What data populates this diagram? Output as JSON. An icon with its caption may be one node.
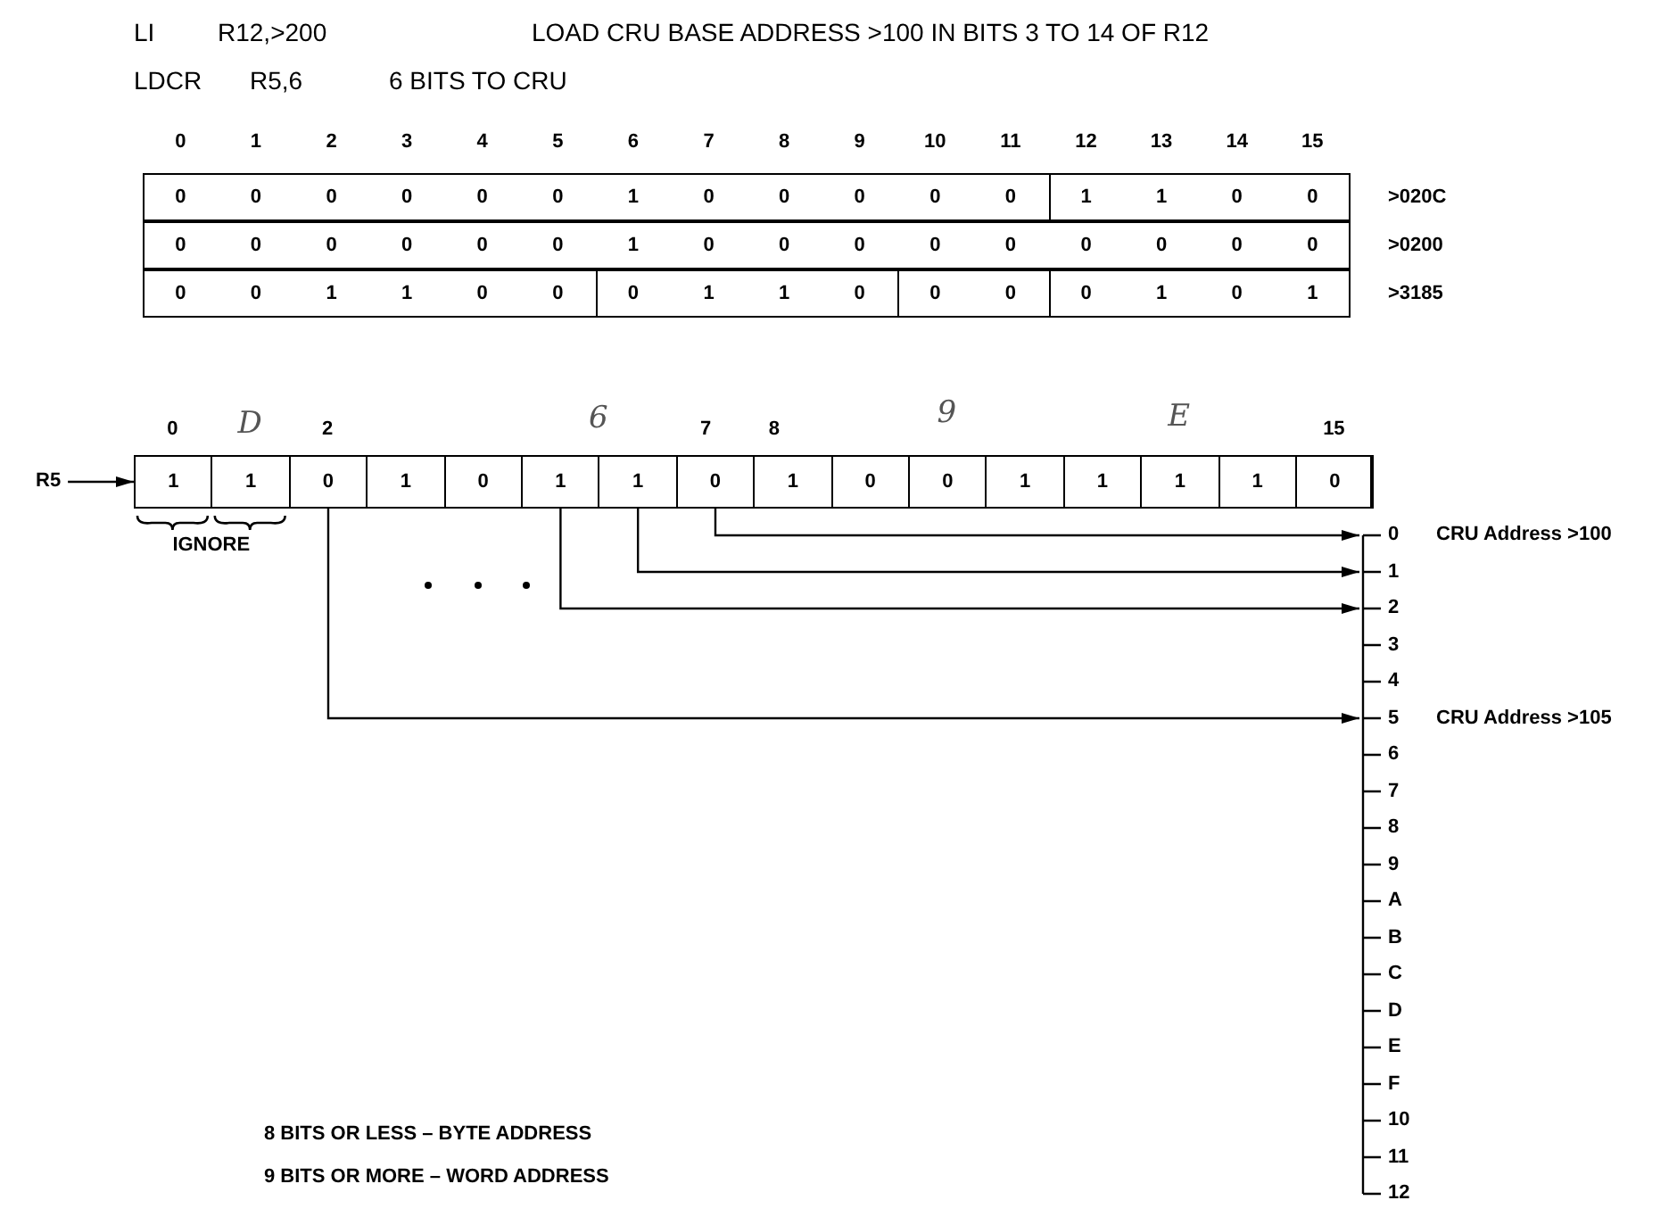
{
  "diagram": {
    "nodes": [
      {
        "text": [
          "R5"
        ]
      },
      {
        "text": [],
        "shape": "box"
      },
      {
        "text": [
          "1"
        ],
        "in": 1
      },
      {
        "text": [
          "1"
        ],
        "in": 1
      },
      {
        "text": [
          "0"
        ],
        "in": 1
      },
      {
        "text": [
          "1"
        ],
        "in": 1
      },
      {
        "text": [
          "0"
        ],
        "in": 1
      },
      {
        "text": [
          "1"
        ],
        "in": 1
      },
      {
        "text": [
          "1"
        ],
        "in": 1
      },
      {
        "text": [
          "0"
        ],
        "in": 1
      },
      {
        "text": [
          "1"
        ],
        "in": 1
      },
      {
        "text": [
          "0"
        ],
        "in": 1
      },
      {
        "text": [
          "0"
        ],
        "in": 1
      },
      {
        "text": [
          "1"
        ],
        "in": 1
      },
      {
        "text": [
          "1"
        ],
        "in": 1
      },
      {
        "text": [
          "1"
        ],
        "in": 1
      },
      {
        "text": [
          "1"
        ],
        "in": 1
      },
      {
        "text": [
          "0"
        ],
        "in": 1
      },
      {
        "text": [
          "0"
        ],
        "beside": [
          "CRU Address >100"
        ]
      },
      {
        "text": [
          "1"
        ]
      },
      {
        "text": [
          "2"
        ]
      },
      {
        "text": [
          "3"
        ]
      },
      {
        "text": [
          "4"
        ]
      },
      {
        "text": [
          "5"
        ],
        "beside": [
          "CRU Address >105"
        ]
      },
      {
        "text": [
          "6"
        ]
      },
      {
        "text": [
          "7"
        ]
      },
      {
        "text": [
          "8"
        ]
      },
      {
        "text": [
          "9"
        ]
      },
      {
        "text": [
          "A"
        ]
      },
      {
        "text": [
          "B"
        ]
      },
      {
        "text": [
          "C"
        ]
      },
      {
        "text": [
          "D"
        ]
      },
      {
        "text": [
          "E"
        ]
      },
      {
        "text": [
          "F"
        ]
      },
      {
        "text": [
          "10"
        ]
      },
      {
        "text": [
          "11"
        ]
      },
      {
        "text": [
          "12"
        ]
      }
    ],
    "edges": [
      {
        "from": 0,
        "to": 1,
        "arrow": "to"
      },
      {
        "from": 9,
        "to": 18,
        "arrow": "to"
      },
      {
        "from": 8,
        "to": 19,
        "arrow": "to"
      },
      {
        "from": 7,
        "to": 20,
        "arrow": "to"
      },
      {
        "from": 4,
        "to": 23,
        "arrow": "to"
      }
    ],
    "labels": [
      "LI",
      "R12,>200",
      "LOAD CRU BASE ADDRESS >100 IN BITS 3 TO 14 OF R12",
      "LDCR",
      "R5,6",
      "6 BITS TO CRU",
      "0",
      "1",
      "2",
      "3",
      "4",
      "5",
      "6",
      "7",
      "8",
      "9",
      "10",
      "11",
      "12",
      "13",
      "14",
      "15",
      "0",
      "0",
      "0",
      "0",
      "0",
      "0",
      "1",
      "0",
      "0",
      "0",
      "0",
      "0",
      "1",
      "1",
      "0",
      "0",
      ">020C",
      "0",
      "0",
      "0",
      "0",
      "0",
      "0",
      "1",
      "0",
      "0",
      "0",
      "0",
      "0",
      "0",
      "0",
      "0",
      "0",
      ">0200",
      "0",
      "0",
      "1",
      "1",
      "0",
      "0",
      "0",
      "1",
      "1",
      "0",
      "0",
      "0",
      "0",
      "1",
      "0",
      "1",
      ">3185",
      "0",
      "D",
      "2",
      "6",
      "7",
      "8",
      "9",
      "E",
      "15",
      "IGNORE",
      "8 BITS OR LESS – BYTE ADDRESS",
      "9 BITS OR MORE – WORD ADDRESS"
    ]
  }
}
